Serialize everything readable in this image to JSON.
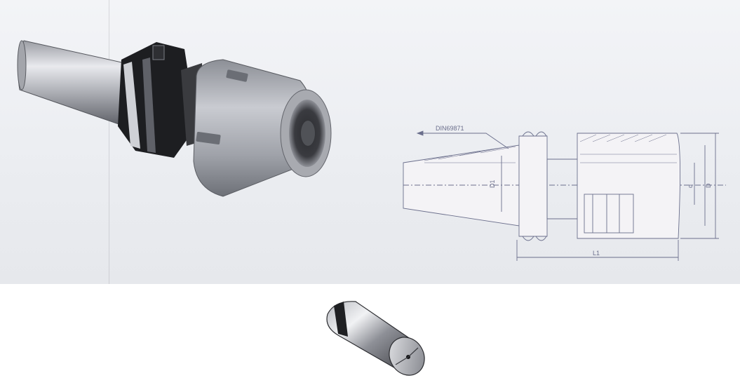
{
  "figure": {
    "drawing": {
      "taper_label": "DIN69871",
      "dim_L1": "L1",
      "dim_D": "D",
      "dim_d": "d",
      "dim_D1": "D1"
    },
    "colors": {
      "background": "#eceef2",
      "metal_light": "#d9dce1",
      "metal_dark": "#2a2b2e",
      "line": "#6b6f8c"
    }
  }
}
